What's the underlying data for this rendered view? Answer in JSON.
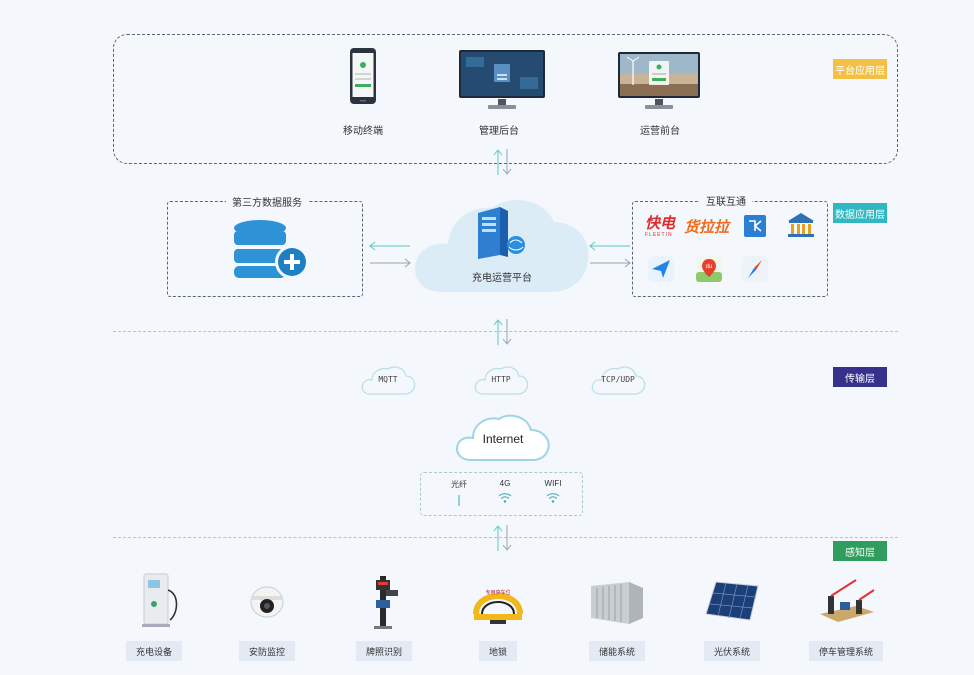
{
  "layers": {
    "platform_app": {
      "label": "平台应用层",
      "color": "#f3c045"
    },
    "data_app": {
      "label": "数据应用层",
      "color": "#2fb8c2"
    },
    "transport": {
      "label": "传输层",
      "color": "#36318a"
    },
    "perception": {
      "label": "感知层",
      "color": "#2f9d5d"
    }
  },
  "apps": {
    "mobile": "移动终端",
    "admin": "管理后台",
    "ops": "运营前台"
  },
  "third_party": {
    "title": "第三方数据服务"
  },
  "platform": {
    "label": "充电运营平台"
  },
  "interconnect": {
    "title": "互联互通",
    "logo_texts": {
      "kuaidian": "快电",
      "kuaidian_sub": "FLEETIN",
      "huolala": "货拉拉",
      "baidu": "du"
    }
  },
  "protocols": [
    "MQTT",
    "HTTP",
    "TCP/UDP"
  ],
  "internet": {
    "label": "Internet"
  },
  "network": {
    "fiber": "光纤",
    "g4": "4G",
    "wifi": "WIFI"
  },
  "devices": [
    "充电设备",
    "安防监控",
    "牌照识别",
    "地锁",
    "储能系统",
    "光伏系统",
    "停车管理系统"
  ],
  "ground_lock_text": "专用停车位"
}
